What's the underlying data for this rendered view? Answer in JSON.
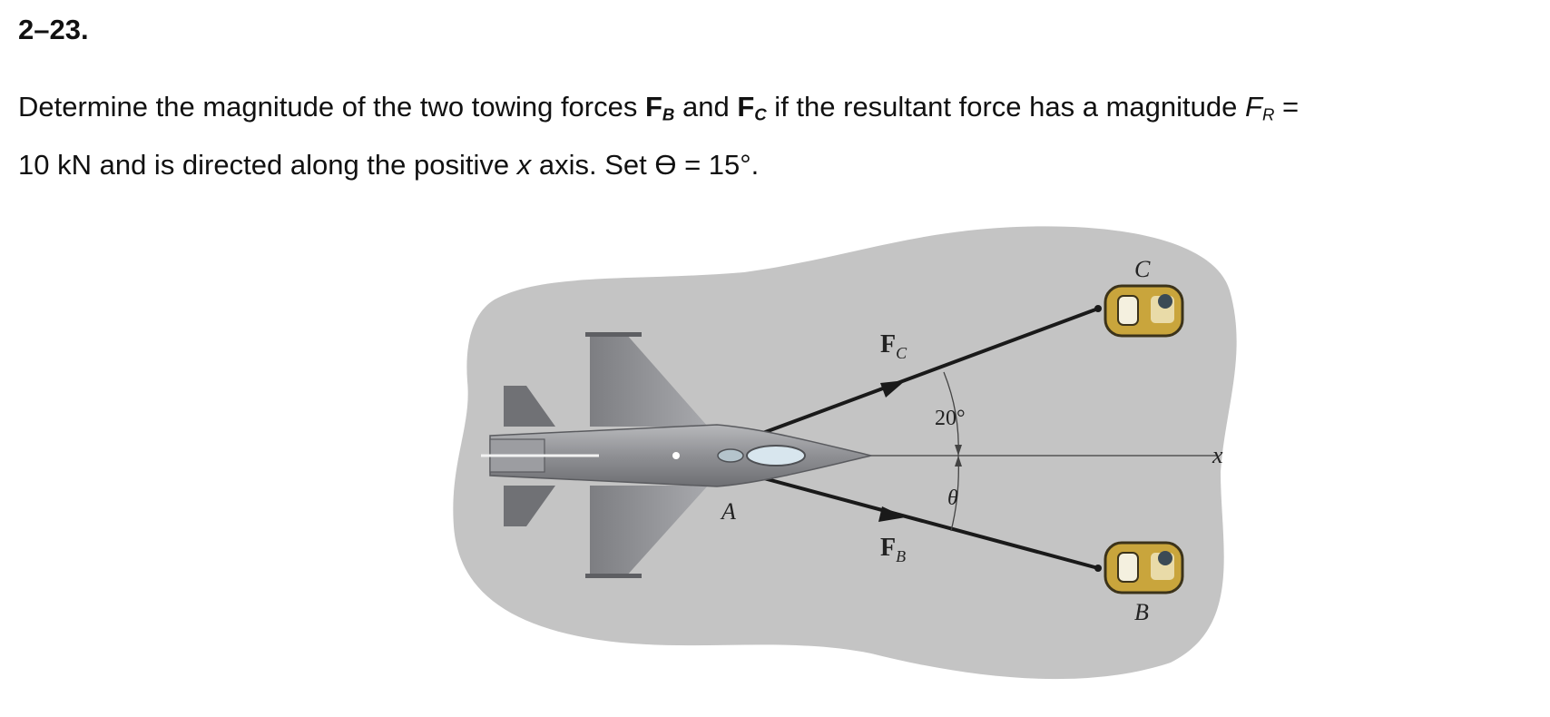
{
  "problem": {
    "number": "2–23.",
    "line1": {
      "t1": "Determine the magnitude of the two towing forces ",
      "fb_main": "F",
      "fb_sub": "B",
      "t2": " and ",
      "fc_main": "F",
      "fc_sub": "C",
      "t3": " if the resultant force has a magnitude ",
      "fr_main": "F",
      "fr_sub": "R",
      "t4": " ="
    },
    "line2": {
      "t1": "10 kN and is directed along the positive ",
      "x": "x",
      "t2": " axis. Set ϴ = 15°."
    }
  },
  "figure": {
    "label_c": "C",
    "label_b": "B",
    "label_a": "A",
    "label_x": "x",
    "label_fc_main": "F",
    "label_fc_sub": "C",
    "label_fb_main": "F",
    "label_fb_sub": "B",
    "angle_top": "20°",
    "angle_bottom": "θ",
    "colors": {
      "background_blob": "#c4c4c4",
      "aircraft": "#8c8d90",
      "tow_vehicle": "#c9a53c",
      "cable": "#1a1a1a"
    }
  }
}
